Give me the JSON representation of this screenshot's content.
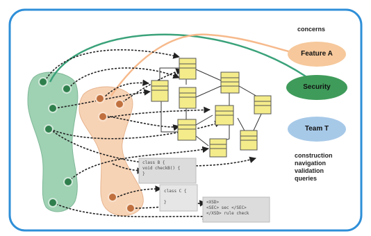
{
  "colors": {
    "frame": "#2f8fd8",
    "green_blob": "#9fd1b3",
    "green_node": "#2f7f4d",
    "orange_blob": "#f7d3b5",
    "orange_node": "#c0703e",
    "class_box": "#f4ec8a",
    "feature_a": "#f6c89b",
    "security": "#3f9b5a",
    "team_t": "#a7c9e8",
    "arrow": "#222222",
    "green_link": "#3aa27a",
    "orange_link": "#f6b98b"
  },
  "concerns_heading": "concerns",
  "concerns": [
    {
      "label": "Feature A",
      "color": "#f6c89b"
    },
    {
      "label": "Security",
      "color": "#3f9b5a"
    },
    {
      "label": "Team T",
      "color": "#a7c9e8"
    }
  ],
  "categories": [
    "construction",
    "navigation",
    "validation",
    "queries"
  ],
  "code_snippets": [
    {
      "lines": [
        "class B {",
        "void checkB() {",
        "}"
      ]
    },
    {
      "lines": [
        "class C {",
        "}"
      ]
    },
    {
      "lines": [
        "<XSD>",
        "<SEC> sec </SEC>",
        "</XSD>  rule  check"
      ]
    }
  ]
}
